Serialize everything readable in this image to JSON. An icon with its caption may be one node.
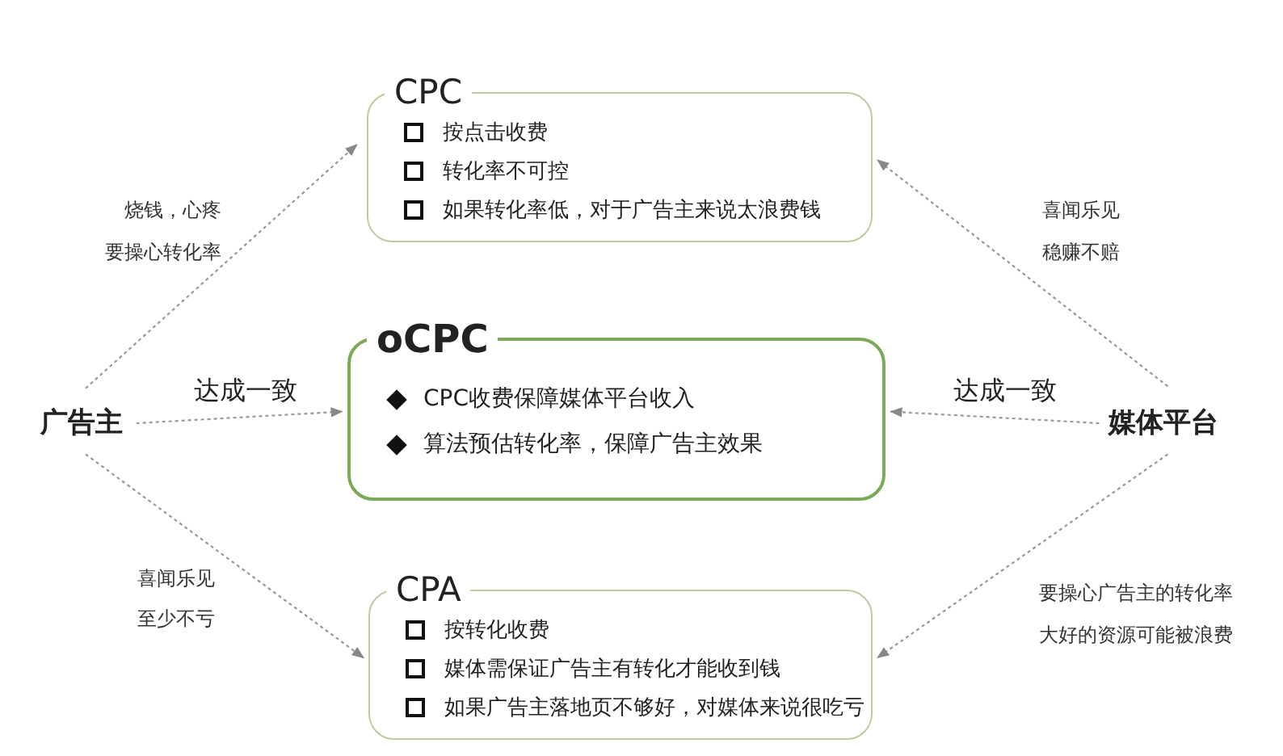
{
  "diagram": {
    "nodes": [
      {
        "text": [
          "广告主"
        ]
      },
      {
        "text": [
          "CPC",
          "按点击收费",
          "转化率不可控",
          "如果转化率低，对于广告主来说太浪费钱"
        ]
      },
      {
        "text": [
          "oCPC",
          "CPC收费保障媒体平台收入",
          "算法预估转化率，保障广告主效果"
        ]
      },
      {
        "text": [
          "CPA",
          "按转化收费",
          "媒体需保证广告主有转化才能收到钱",
          "如果广告主落地页不够好，对媒体来说很吃亏"
        ]
      },
      {
        "text": [
          "媒体平台"
        ]
      }
    ],
    "edges": [
      {
        "from": 0,
        "to": 1,
        "arrow": "to"
      },
      {
        "from": 4,
        "to": 1,
        "arrow": "to"
      },
      {
        "from": 0,
        "to": 2,
        "arrow": "to",
        "label": "达成一致"
      },
      {
        "from": 4,
        "to": 2,
        "arrow": "to",
        "label": "达成一致"
      },
      {
        "from": 0,
        "to": 3,
        "arrow": "to"
      },
      {
        "from": 4,
        "to": 3,
        "arrow": "to"
      }
    ],
    "labels": [
      "烧钱，心疼",
      "要操心转化率",
      "喜闻乐见",
      "稳赚不赔",
      "喜闻乐见",
      "至少不亏",
      "要操心广告主的转化率",
      "大好的资源可能被浪费"
    ]
  }
}
